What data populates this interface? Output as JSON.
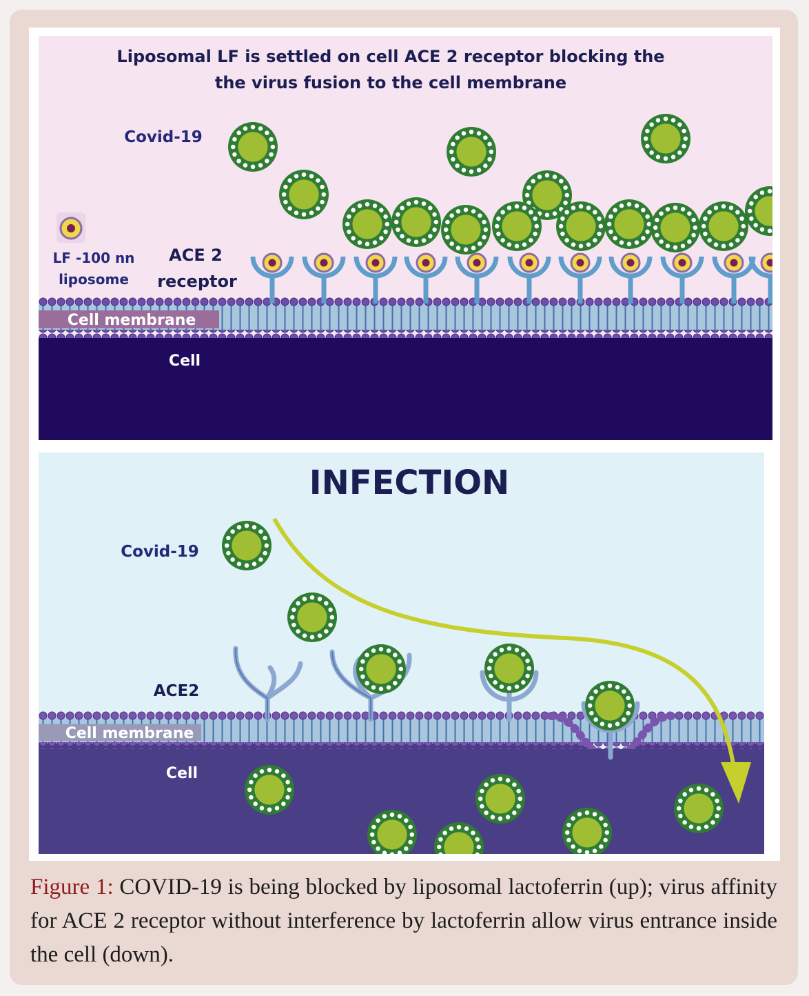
{
  "top_panel": {
    "title_line1": "Liposomal LF is settled on cell ACE 2 receptor blocking the",
    "title_line2": "the virus fusion to  the cell membrane",
    "covid_label": "Covid-19",
    "liposome_label_line1": "LF -100 nn",
    "liposome_label_line2": "liposome",
    "receptor_label_line1": "ACE 2",
    "receptor_label_line2": "receptor",
    "membrane_label": "Cell membrane",
    "cell_label": "Cell"
  },
  "bottom_panel": {
    "title": "INFECTION",
    "covid_label": "Covid-19",
    "receptor_label": "ACE2",
    "membrane_label": "Cell membrane",
    "cell_label": "Cell"
  },
  "caption": {
    "label": "Figure 1:",
    "text": " COVID-19 is being blocked by liposomal lactoferrin (up); virus affinity for ACE 2 receptor without interference by lactoferrin allow virus entrance inside the cell (down)."
  },
  "colors": {
    "top_bg": "#f7e4f1",
    "bottom_bg": "#e1f1f8",
    "cell_top": "#1f0a5e",
    "cell_bottom": "#4a3e86",
    "membrane_head": "#6d4fa8",
    "receptor": "#5f9dcb",
    "virus_outer": "#2f7d33",
    "virus_inner": "#9fbe34",
    "arrow": "#c7cf2d",
    "text_dark": "#1b1e52",
    "caption_label": "#8e1c1c"
  },
  "icons": [
    "virus-icon",
    "liposome-icon",
    "ace2-receptor-icon",
    "infection-arrow-icon"
  ]
}
